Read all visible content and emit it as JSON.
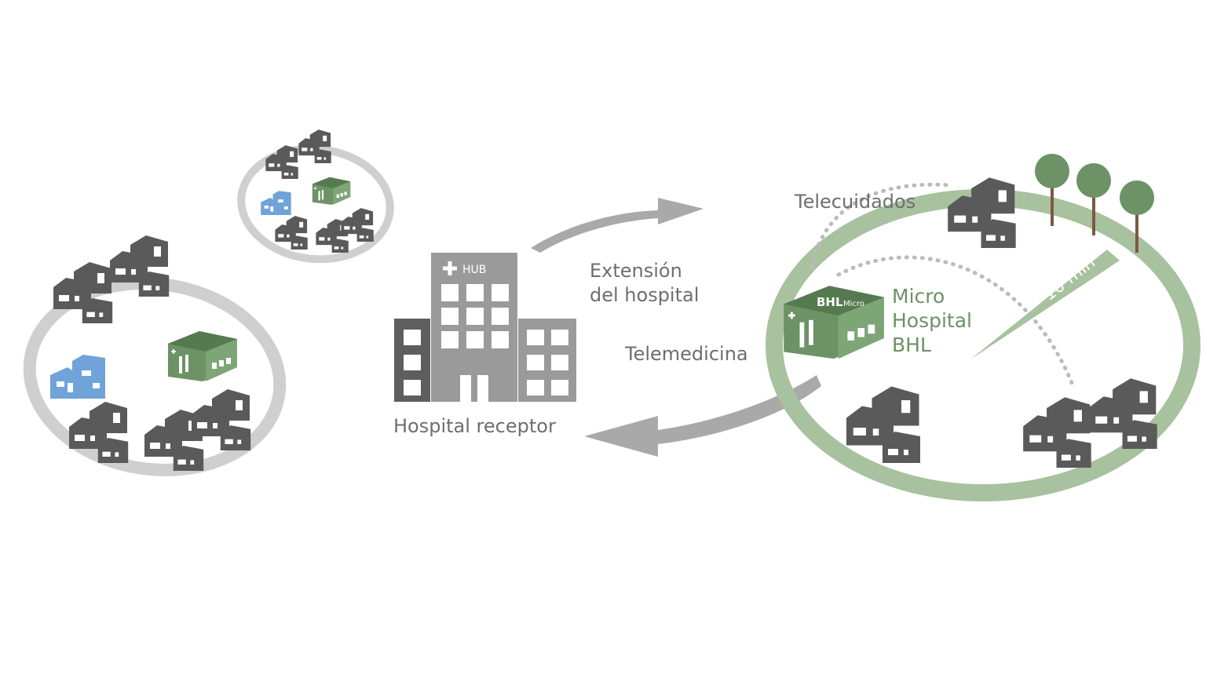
{
  "labels": {
    "hub_sign": "HUB",
    "hospital_receptor": "Hospital receptor",
    "extension_line1": "Extensión",
    "extension_line2": "del hospital",
    "telemedicina": "Telemedicina",
    "telecuidados": "Telecuidados",
    "micro_line1": "Micro",
    "micro_line2": "Hospital",
    "micro_line3": "BHL",
    "bhl_sign_main": "BHL",
    "bhl_sign_small": "Micro",
    "ten_min": "10 min"
  },
  "icons": [
    "house-cluster-icon",
    "blue-house-icon",
    "green-clinic-icon",
    "hub-hospital-icon",
    "tree-icon",
    "arrow-icon"
  ],
  "colors": {
    "house_dark": "#5a5a5a",
    "house_blue": "#6fa3d9",
    "clinic_green": "#6c9265",
    "ring_grey": "#cfcfcf",
    "ring_green": "#a8c19e",
    "arrow_grey": "#a9a9a9",
    "hub_grey": "#9a9a9a"
  }
}
